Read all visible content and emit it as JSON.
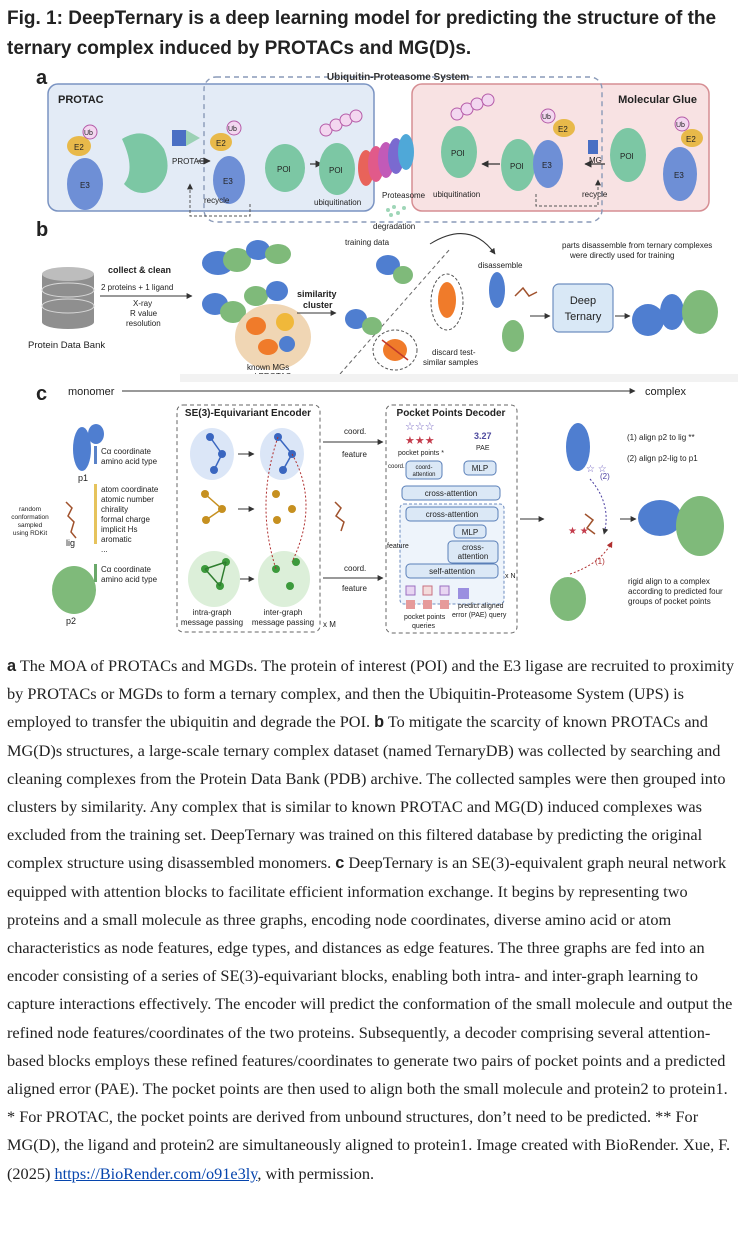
{
  "title": "Fig. 1: DeepTernary is a deep learning model for predicting the structure of the ternary complex induced by PROTACs and MG(D)s.",
  "panel_a": {
    "label": "a",
    "ups_title": "Ubiquitin-Proteasome System",
    "protac_box": "PROTAC",
    "glue_box": "Molecular Glue",
    "ub": "Ub",
    "e2": "E2",
    "e3": "E3",
    "poi": "POI",
    "protac_label": "PROTAC",
    "mg_label": "MG",
    "recycle": "recycle",
    "ubiquitination": "ubiquitination",
    "proteasome": "Proteasome",
    "degradation": "degradation"
  },
  "panel_b": {
    "label": "b",
    "pdb": "Protein Data Bank",
    "collect": "collect & clean",
    "criteria": [
      "2 proteins + 1 ligand",
      "X-ray",
      "R value",
      "resolution"
    ],
    "similarity": [
      "similarity",
      "cluster"
    ],
    "known": [
      "known MGs",
      "and PROTACs"
    ],
    "training_data": "training data",
    "discard": [
      "discard test-",
      "similar samples"
    ],
    "disassemble": "disassemble",
    "parts_note": [
      "parts disassemble from ternary complexes",
      "were directly used for training"
    ],
    "model": [
      "Deep",
      "Ternary"
    ]
  },
  "panel_c": {
    "label": "c",
    "monomer": "monomer",
    "complex": "complex",
    "p1": "p1",
    "p1_feat": [
      "Cα coordinate",
      "amino acid type"
    ],
    "lig": "lig",
    "lig_conf": [
      "random",
      "conformation",
      "sampled",
      "using RDKit"
    ],
    "lig_feat": [
      "atom coordinate",
      "atomic number",
      "chirality",
      "formal charge",
      "implicit Hs",
      "aromatic",
      "..."
    ],
    "p2": "p2",
    "p2_feat": [
      "Cα coordinate",
      "amino acid type"
    ],
    "encoder_title": "SE(3)-Equivariant Encoder",
    "intra": [
      "intra-graph",
      "message passing"
    ],
    "inter": [
      "inter-graph",
      "message passing"
    ],
    "xm": "x M",
    "coord_feature": [
      "coord.",
      "feature"
    ],
    "decoder_title": "Pocket Points Decoder",
    "pocket_points": "pocket points *",
    "pae_value": "3.27",
    "pae": "PAE",
    "coord": "coord.",
    "coord_attention": [
      "coord-",
      "attention"
    ],
    "mlp": "MLP",
    "cross_attention": "cross-attention",
    "cross_attention_split": [
      "cross-",
      "attention"
    ],
    "self_attention": "self-attention",
    "feature": "feature",
    "xn": "x N",
    "queries": [
      "pocket points",
      "queries"
    ],
    "pae_query": [
      "predict aligned",
      "error (PAE) query"
    ],
    "align1": "(1)  align p2 to lig **",
    "align2": "(2)  align p2-lig  to p1",
    "rigid": [
      "rigid align to a complex",
      "according to predicted four",
      "groups of pocket points"
    ],
    "step1": "(1)",
    "step2": "(2)"
  },
  "caption": {
    "a_label": "a",
    "a_text": " The MOA of PROTACs and MGDs. The protein of interest (POI) and the E3 ligase are recruited to proximity by PROTACs or MGDs to form a ternary complex, and then the Ubiquitin-Proteasome System (UPS) is employed to transfer the ubiquitin and degrade the POI. ",
    "b_label": "b",
    "b_text": " To mitigate the scarcity of known PROTACs and MG(D)s structures, a large-scale ternary complex dataset (named TernaryDB) was collected by searching and cleaning complexes from the Protein Data Bank (PDB) archive. The collected samples were then grouped into clusters by similarity. Any complex that is similar to known PROTAC and MG(D) induced complexes was excluded from the training set. DeepTernary was trained on this filtered database by predicting the original complex structure using disassembled monomers. ",
    "c_label": "c",
    "c_text": " DeepTernary is an SE(3)-equivalent graph neural network equipped with attention blocks to facilitate efficient information exchange. It begins by representing two proteins and a small molecule as three graphs, encoding node coordinates, diverse amino acid or atom characteristics as node features, edge types, and distances as edge features. The three graphs are fed into an encoder consisting of a series of SE(3)-equivariant blocks, enabling both intra- and inter-graph learning to capture interactions effectively. The encoder will predict the conformation of the small molecule and output the refined node features/coordinates of the two proteins. Subsequently, a decoder comprising several attention-based blocks employs these refined features/coordinates to generate two pairs of pocket points and a predicted aligned error (PAE). The pocket points are then used to align both the small molecule and protein2 to protein1. * For PROTAC, the pocket points are derived from unbound structures, don’t need to be predicted. ** For MG(D), the ligand and protein2 are simultaneously aligned to protein1. Image created with BioRender. Xue, F. (2025) ",
    "link": "https://BioRender.com/o91e3ly",
    "tail": ", with permission."
  }
}
